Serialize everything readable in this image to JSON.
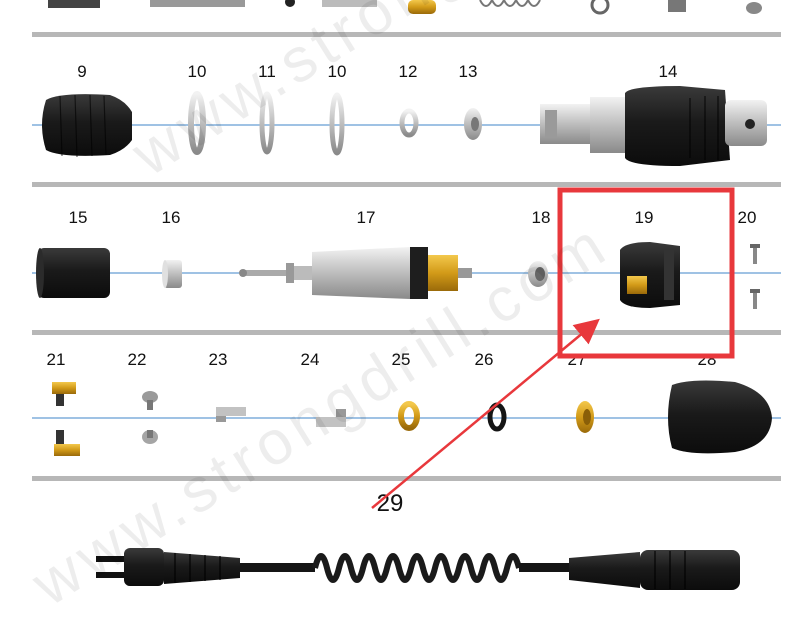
{
  "watermark": "www.strongdrill.com",
  "rows": [
    {
      "id": "row-top",
      "labels": []
    },
    {
      "id": "row-b",
      "labels": [
        "9",
        "10",
        "11",
        "10",
        "12",
        "13",
        "14"
      ]
    },
    {
      "id": "row-c",
      "labels": [
        "15",
        "16",
        "17",
        "18",
        "19",
        "20"
      ]
    },
    {
      "id": "row-d",
      "labels": [
        "21",
        "22",
        "23",
        "24",
        "25",
        "26",
        "27",
        "28"
      ]
    }
  ],
  "cable_label": "29",
  "colors": {
    "divider": "#b7b7b7",
    "axis": "#3f86c8",
    "highlight": "#e8383c",
    "part_black": "#1e1e1e",
    "part_gold": "#d9a21f",
    "part_silver": "#c9c9c9"
  }
}
